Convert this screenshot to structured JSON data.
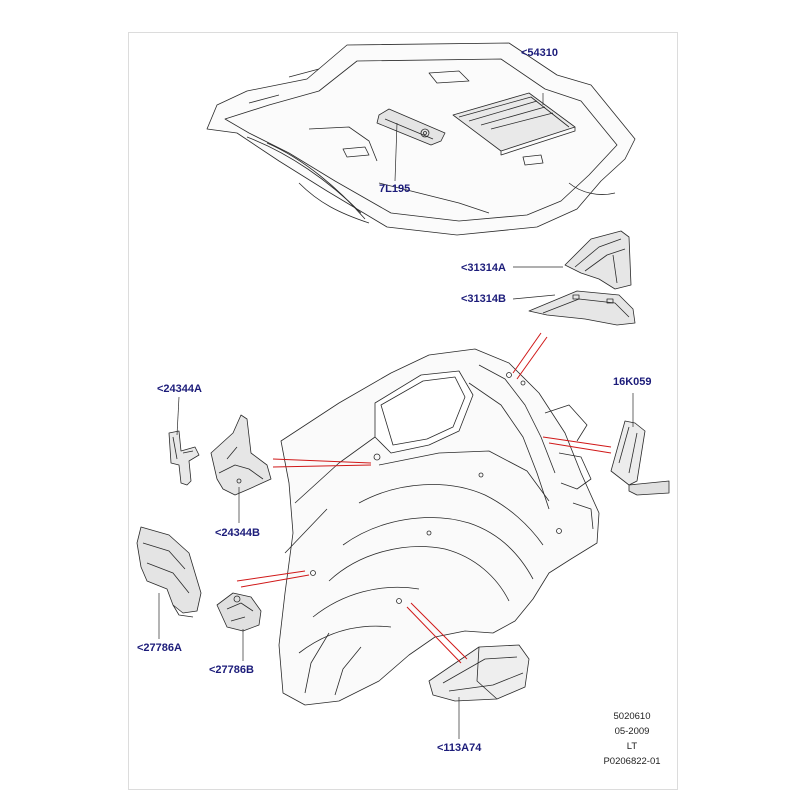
{
  "colors": {
    "callout_text": "#1c1c7a",
    "leader_line": "#d01818",
    "part_line": "#2a2a2a",
    "part_fill": "#f2f2f2"
  },
  "callouts": {
    "roof_panel": "<54310",
    "roof_bracket": "7L195",
    "trim_upper": "<31314A",
    "trim_lower": "<31314B",
    "pillar_insulator": "16K059",
    "bracket_a": "<24344A",
    "bracket_b": "<24344B",
    "duct_a": "<27786A",
    "duct_b": "<27786B",
    "floor_pad": "<113A74"
  },
  "footer": {
    "code": "5020610",
    "date": "05-2009",
    "model": "LT",
    "ref": "P0206822-01"
  }
}
